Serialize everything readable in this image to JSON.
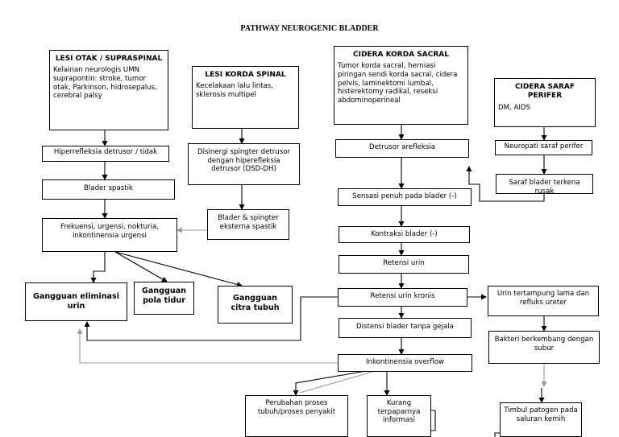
{
  "title": "PATHWAY NEUROGENIC BLADDER",
  "boxes": {
    "lesi_otak": {
      "head": "LESI OTAK / SUPRASPINAL",
      "body": "Kelainan neurologis UMN suprapontin: stroke, tumor otak, Parkinson, hidrosepalus, cerebral palsy"
    },
    "lesi_korda_spinal": {
      "head": "LESI KORDA SPINAL",
      "body": "Kecelakaan lalu lintas, sklerosis multipel"
    },
    "cidera_korda_sacral": {
      "head": "CIDERA KORDA SACRAL",
      "body": "Tumor korda sacral, herniasi piringan sendi korda sacral, cidera pelvis, laminektomi lumbal, histerektomy radikal, reseksi abdominoperineal"
    },
    "cidera_saraf_perifer": {
      "head": "CIDERA SARAF PERIFER",
      "body": "DM, AIDS"
    },
    "hiperrefleksia": "Hiperrefleksia detrusor / tidak",
    "disinergi": "Disinergi spingter detrusor dengan hiperefleksia detrusor (DSD-DH)",
    "detrusor_arefleksia": "Detrusor arefleksia",
    "neuropati": "Neuropati saraf perifer",
    "blader_spastik": "Blader spastik",
    "saraf_blader": "Saraf blader terkena rusak",
    "sensasi_penuh": "Sensasi penuh pada blader (-)",
    "blader_spingter": "Blader & spingter eksterna spastik",
    "frekuensi": "Frekuensi, urgensi, nokturia, inkontinensia urgensi",
    "kontraksi": "Kontraksi blader (-)",
    "retensi": "Retensi urin",
    "g_eliminasi": "Gangguan eliminasi urin",
    "g_pola_tidur": "Gangguan pola tidur",
    "g_citra_tubuh": "Gangguan citra tubuh",
    "retensi_kronis": "Retensi urin kronis",
    "urin_tertampung": "Urin tertampung lama dan refluks ureter",
    "distensi": "Distensi blader tanpa gejala",
    "bakteri": "Bakteri berkembang dengan subur",
    "inkontinensia_overflow": "Inkontinensia overflow",
    "perubahan_proses": "Perubahan proses tubuh/proses penyakit",
    "kurang_informasi": "Kurang terpaparnya informasi",
    "timbul_patogen": "Timbul patogen pada saluran kemih"
  }
}
